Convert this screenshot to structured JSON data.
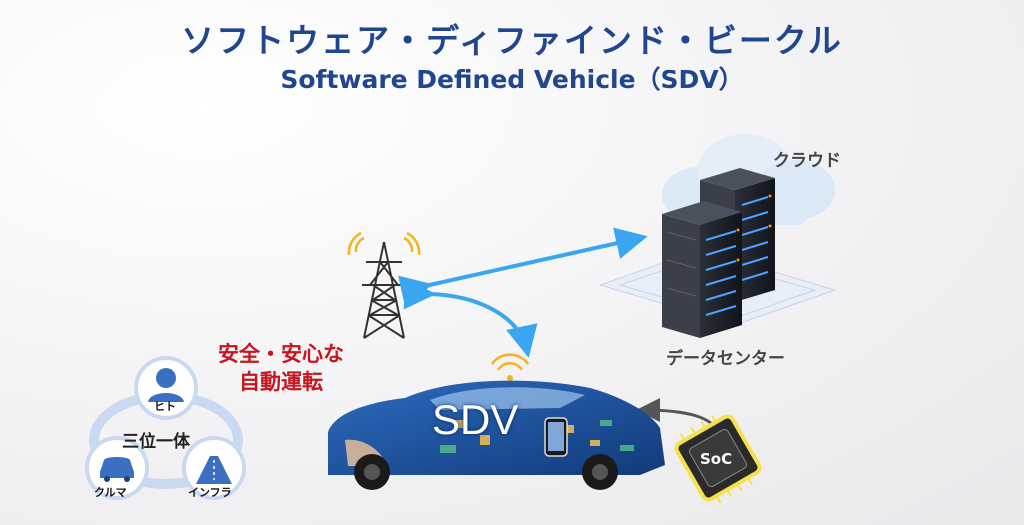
{
  "title": {
    "ja": "ソフトウェア・ディファインド・ビークル",
    "en": "Software Defined Vehicle（SDV）"
  },
  "labels": {
    "cloud": "クラウド",
    "datacenter": "データセンター",
    "safety": [
      "安全・安心な",
      "自動運転"
    ]
  },
  "vehicle": {
    "label": "SDV"
  },
  "chip": {
    "label": "SoC"
  },
  "trinity": {
    "center": "三位一体",
    "person": "ヒト",
    "car": "クルマ",
    "infra": "インフラ"
  },
  "colors": {
    "title": "#20468f",
    "accent_red": "#c8141e",
    "arrow_blue": "#3aa6f0",
    "chip_yellow": "#f5e24a",
    "car_blue": "#1e4f9c"
  },
  "icons": [
    "transmission-tower-icon",
    "cloud-icon",
    "server-rack-icon",
    "car-icon",
    "soc-chip-icon",
    "person-icon",
    "road-icon"
  ]
}
